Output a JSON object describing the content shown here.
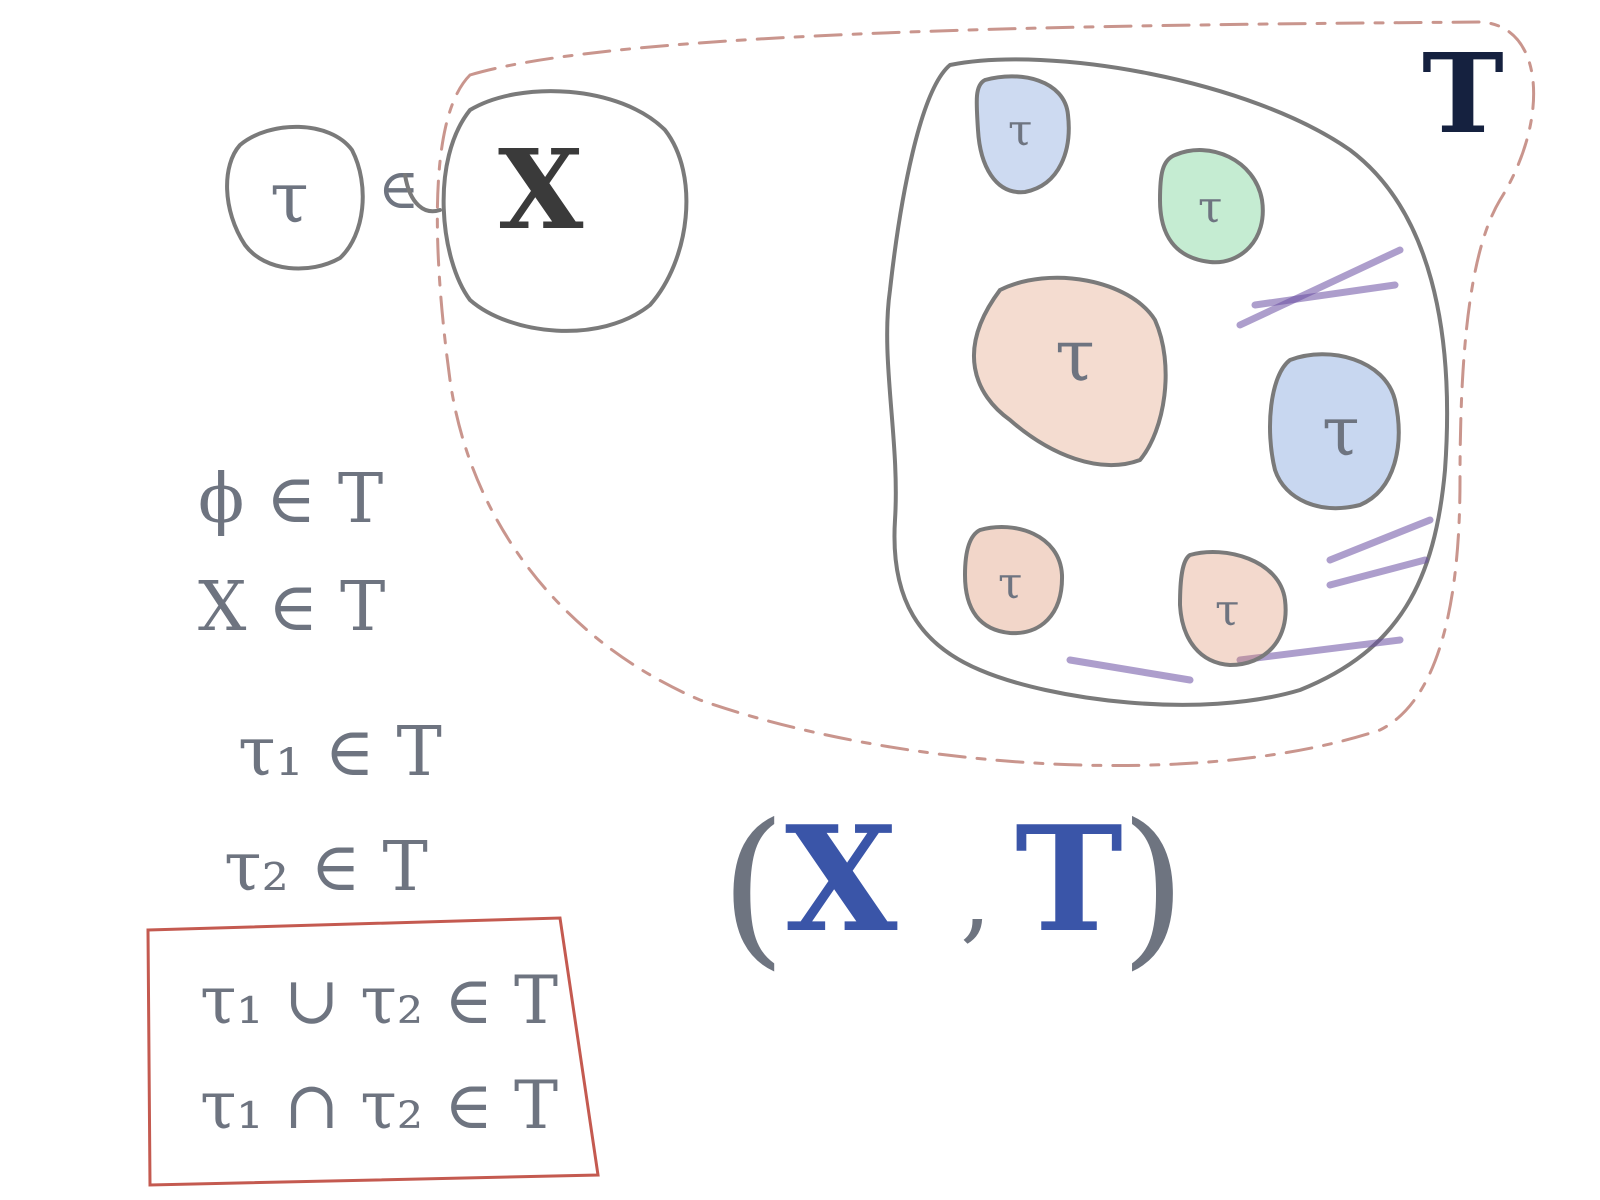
{
  "small_set": {
    "tau": "τ",
    "element_of": "∈"
  },
  "space_set": {
    "label": "X"
  },
  "topology": {
    "label": "T",
    "member_label": "τ",
    "members": [
      {
        "color": "#6f95d8"
      },
      {
        "color": "#3fbf6a"
      },
      {
        "color": "#d98a64"
      },
      {
        "color": "#6f95d8"
      },
      {
        "color": "#d98a64"
      },
      {
        "color": "#d98a64"
      }
    ],
    "shade_color": "#6a4fa3"
  },
  "axioms": {
    "empty": "ϕ ∈ T",
    "whole": "X ∈ T",
    "tau1": "τ₁ ∈ T",
    "tau2": "τ₂ ∈ T",
    "union": "τ₁ ∪ τ₂ ∈ T",
    "intersection": "τ₁ ∩ τ₂ ∈ T"
  },
  "pair": {
    "open": "(",
    "x": "X",
    "comma": ",",
    "t": "T",
    "close": ")"
  },
  "colors": {
    "outline": "#7a7a7a",
    "dashed": "#c9958d",
    "box": "#c45a50",
    "pair_blue": "#3a55a8",
    "dark_navy": "#15213f"
  }
}
